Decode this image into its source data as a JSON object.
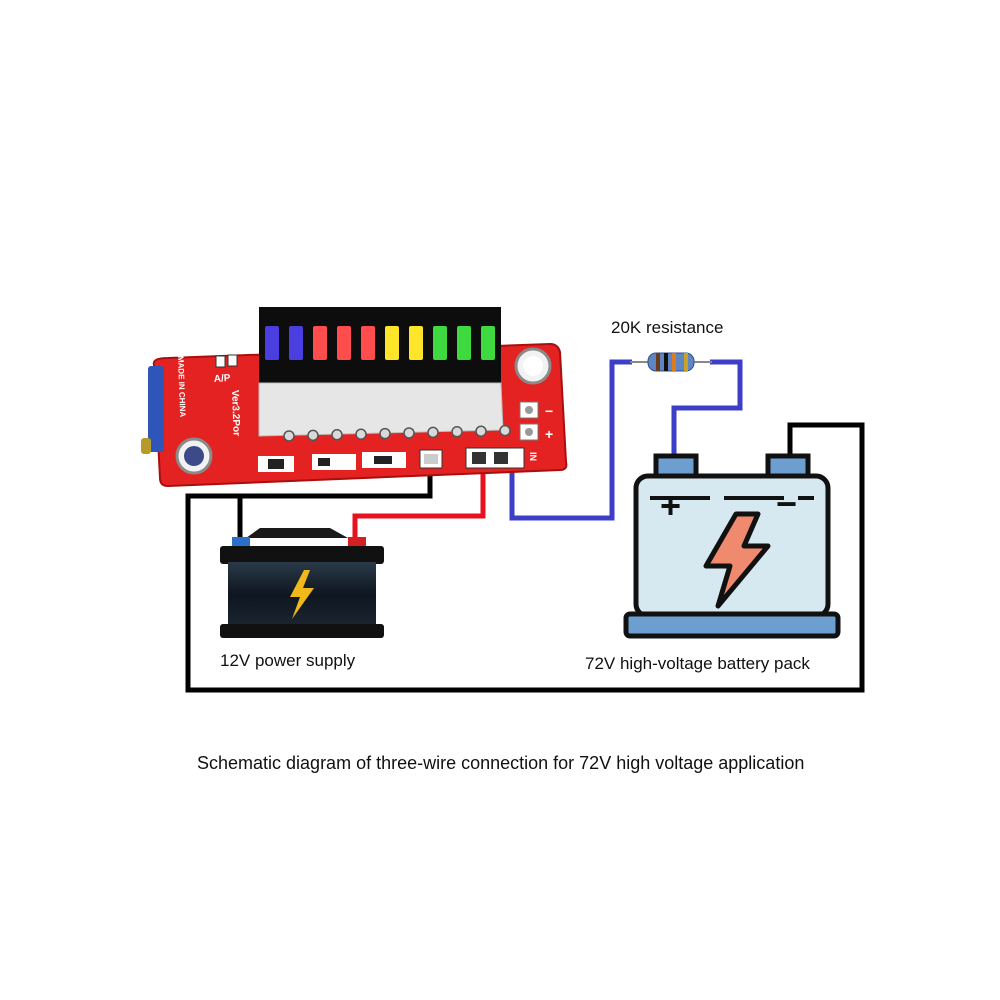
{
  "labels": {
    "resistor": "20K resistance",
    "power_supply": "12V power supply",
    "battery_pack": "72V high-voltage battery pack",
    "caption": "Schematic diagram of three-wire connection for 72V high voltage application"
  },
  "board": {
    "made_in": "MADE IN CHINA",
    "version": "Ver3.2Por",
    "switch_label": "A/P",
    "in_label": "IN",
    "plus": "+",
    "minus": "−",
    "led_colors": [
      "#4a3ee0",
      "#4a3ee0",
      "#ff4c4c",
      "#ff4c4c",
      "#ff4c4c",
      "#ffe52a",
      "#ffe52a",
      "#3ed93e",
      "#3ed93e",
      "#3ed93e"
    ]
  },
  "battery": {
    "plus": "+",
    "minus": "−"
  },
  "colors": {
    "pcb": "#e52222",
    "wire_black": "#000000",
    "wire_red": "#e8121e",
    "wire_blue": "#3d3ec8",
    "battery_body": "#d6e8f0",
    "bolt_orange": "#f08a6e",
    "supply_bolt": "#f0b81a"
  }
}
